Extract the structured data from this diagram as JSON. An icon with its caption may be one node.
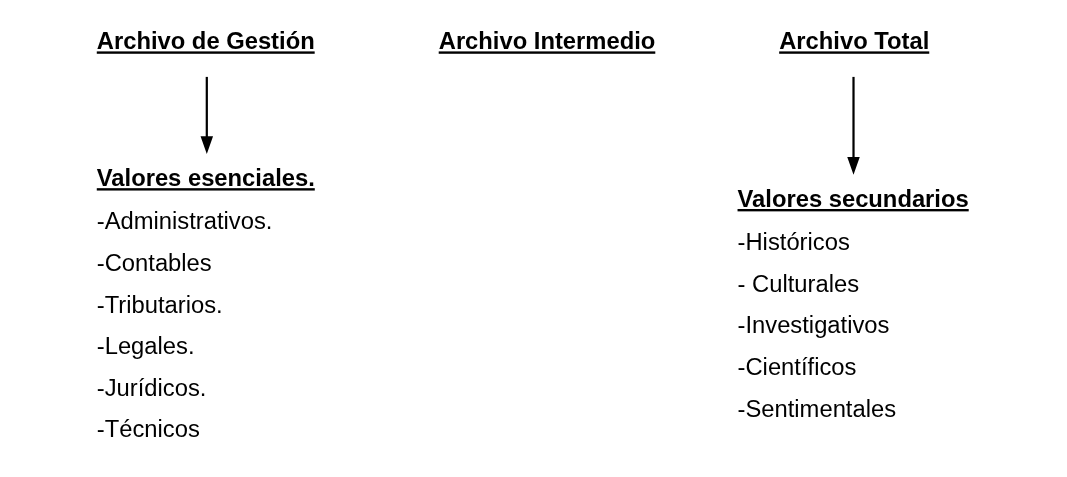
{
  "diagram": {
    "nodes": [
      {
        "text": [
          "Archivo de Gestión"
        ]
      },
      {
        "text": [
          "Archivo Intermedio"
        ]
      },
      {
        "text": [
          "Archivo Total"
        ]
      },
      {
        "text": [
          "Valores esenciales.",
          "-Administrativos.",
          "-Contables",
          "-Tributarios.",
          "-Legales.",
          "-Jurídicos.",
          "-Técnicos"
        ]
      },
      {
        "text": [
          "Valores secundarios",
          "-Históricos",
          "- Culturales",
          "-Investigativos",
          "-Científicos",
          "-Sentimentales"
        ]
      }
    ],
    "edges": [
      {
        "from": 0,
        "to": 3,
        "arrow": "to"
      },
      {
        "from": 2,
        "to": 4,
        "arrow": "to"
      }
    ]
  }
}
